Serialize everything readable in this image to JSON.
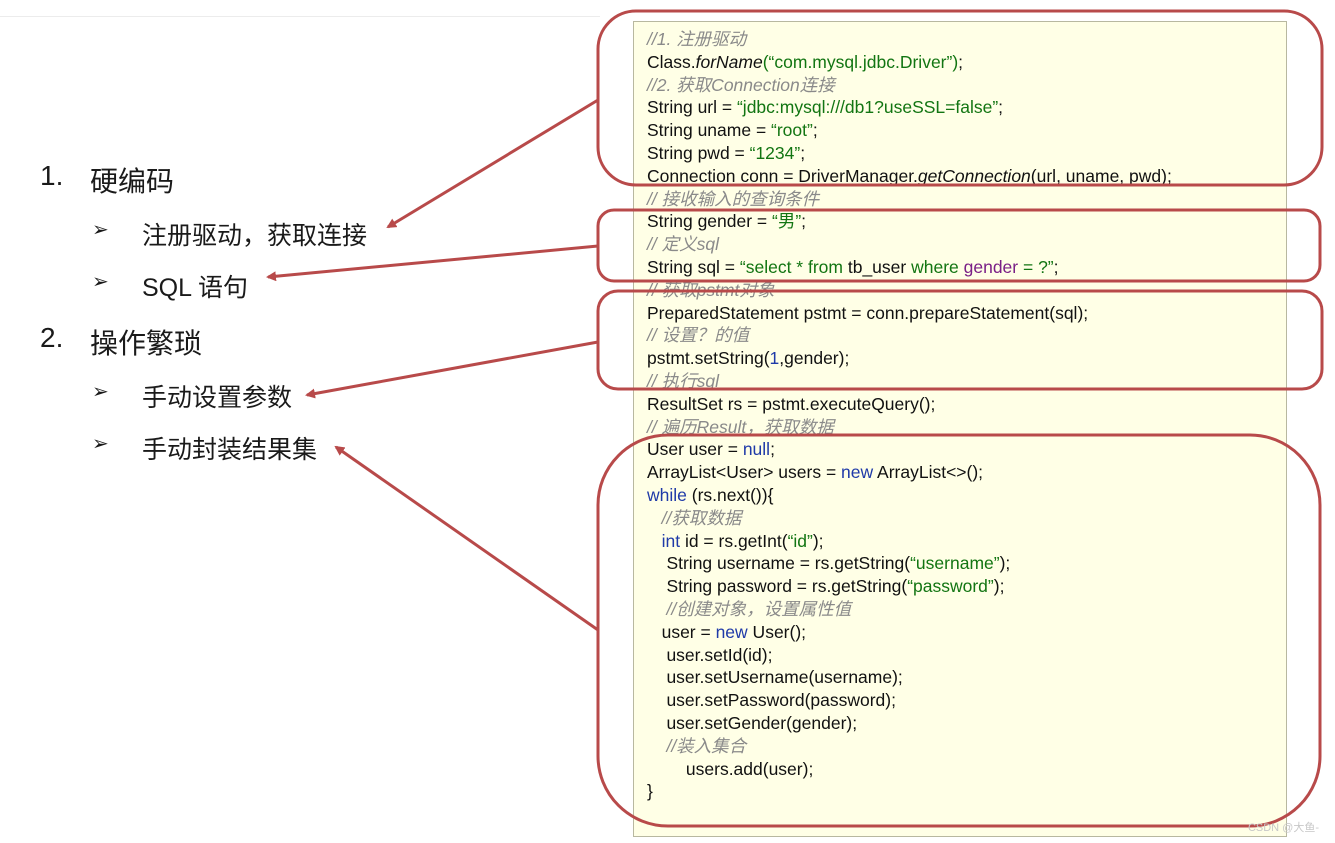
{
  "outline": {
    "items": [
      {
        "number": "1.",
        "label": "硬编码",
        "children": [
          {
            "bullet": "➢",
            "label": "注册驱动，获取连接"
          },
          {
            "bullet": "➢",
            "label": "SQL 语句"
          }
        ]
      },
      {
        "number": "2.",
        "label": "操作繁琐",
        "children": [
          {
            "bullet": "➢",
            "label": "手动设置参数"
          },
          {
            "bullet": "➢",
            "label": "手动封装结果集"
          }
        ]
      }
    ]
  },
  "code": {
    "lines": [
      [
        {
          "t": "//1. 注册驱动",
          "c": "cm"
        }
      ],
      [
        {
          "t": "Class."
        },
        {
          "t": "forName",
          "c": "it"
        },
        {
          "t": "(“com.mysql.jdbc.Driver”)",
          "c": "str"
        },
        {
          "t": ";"
        }
      ],
      [
        {
          "t": "//2. 获取Connection连接",
          "c": "cm"
        }
      ],
      [
        {
          "t": "String url = "
        },
        {
          "t": "“jdbc:mysql:///db1?useSSL=false”",
          "c": "str"
        },
        {
          "t": ";"
        }
      ],
      [
        {
          "t": "String uname = "
        },
        {
          "t": "“root”",
          "c": "str"
        },
        {
          "t": ";"
        }
      ],
      [
        {
          "t": "String pwd = "
        },
        {
          "t": "“1234”",
          "c": "str"
        },
        {
          "t": ";"
        }
      ],
      [
        {
          "t": "Connection conn = DriverManager."
        },
        {
          "t": "getConnection",
          "c": "it"
        },
        {
          "t": "(url, uname, pwd);"
        }
      ],
      [
        {
          "t": "// 接收输入的查询条件",
          "c": "cm"
        }
      ],
      [
        {
          "t": "String gender = "
        },
        {
          "t": "“男”",
          "c": "str"
        },
        {
          "t": ";"
        }
      ],
      [
        {
          "t": "// 定义sql",
          "c": "cm"
        }
      ],
      [
        {
          "t": "String sql = "
        },
        {
          "t": "“select * from ",
          "c": "str"
        },
        {
          "t": "tb_user"
        },
        {
          "t": " where ",
          "c": "str"
        },
        {
          "t": "gender",
          "c": "purple"
        },
        {
          "t": " = ?”",
          "c": "str"
        },
        {
          "t": ";"
        }
      ],
      [
        {
          "t": "// 获取pstmt对象",
          "c": "cm"
        }
      ],
      [
        {
          "t": "PreparedStatement pstmt = conn.prepareStatement(sql);"
        }
      ],
      [
        {
          "t": "// 设置？的值",
          "c": "cm"
        }
      ],
      [
        {
          "t": "pstmt.setString("
        },
        {
          "t": "1",
          "c": "num-lit"
        },
        {
          "t": ",gender);"
        }
      ],
      [
        {
          "t": "// 执行sql",
          "c": "cm"
        }
      ],
      [
        {
          "t": "ResultSet rs = pstmt.executeQuery();"
        }
      ],
      [
        {
          "t": "// 遍历Result，获取数据",
          "c": "cm"
        }
      ],
      [
        {
          "t": "User user = "
        },
        {
          "t": "null",
          "c": "kw"
        },
        {
          "t": ";"
        }
      ],
      [
        {
          "t": "ArrayList<User> users = "
        },
        {
          "t": "new",
          "c": "kw"
        },
        {
          "t": " ArrayList<>();"
        }
      ],
      [
        {
          "t": "while",
          "c": "kw"
        },
        {
          "t": " (rs.next()){"
        }
      ],
      [
        {
          "t": "   "
        },
        {
          "t": "//获取数据",
          "c": "cm"
        }
      ],
      [
        {
          "t": "   "
        },
        {
          "t": "int",
          "c": "kw"
        },
        {
          "t": " id = rs.getInt("
        },
        {
          "t": "“id”",
          "c": "str"
        },
        {
          "t": ");"
        }
      ],
      [
        {
          "t": "    String username = rs.getString("
        },
        {
          "t": "“username”",
          "c": "str"
        },
        {
          "t": ");"
        }
      ],
      [
        {
          "t": "    String password = rs.getString("
        },
        {
          "t": "“password”",
          "c": "str"
        },
        {
          "t": ");"
        }
      ],
      [
        {
          "t": "    "
        },
        {
          "t": "//创建对象，设置属性值",
          "c": "cm"
        }
      ],
      [
        {
          "t": "   user = "
        },
        {
          "t": "new",
          "c": "kw"
        },
        {
          "t": " User();"
        }
      ],
      [
        {
          "t": "    user.setId(id);"
        }
      ],
      [
        {
          "t": "    user.setUsername(username);"
        }
      ],
      [
        {
          "t": "    user.setPassword(password);"
        }
      ],
      [
        {
          "t": "    user.setGender(gender);"
        }
      ],
      [
        {
          "t": "    "
        },
        {
          "t": "//装入集合",
          "c": "cm"
        }
      ],
      [
        {
          "t": "        users.add(user);"
        }
      ],
      [
        {
          "t": "}"
        }
      ]
    ]
  },
  "annotation_color": "#b84a4a",
  "watermark": "CSDN @大鱼-"
}
